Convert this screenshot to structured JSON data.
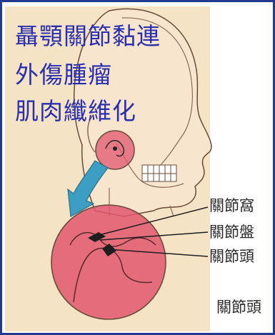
{
  "title_lines": [
    "聶顎關節黏連",
    "外傷腫瘤",
    "肌肉纖維化"
  ],
  "labels": {
    "fossa": "關節窩",
    "disc": "關節盤",
    "head": "關節頭",
    "head_bottom": "關節頭"
  },
  "colors": {
    "title_text": "#2a2fb0",
    "frame_border": "#233a8f",
    "background": "#f4e3c4",
    "joint_circle": "#e0576f",
    "arrow": "#3d9ec4",
    "outline": "#6a4b3a"
  }
}
